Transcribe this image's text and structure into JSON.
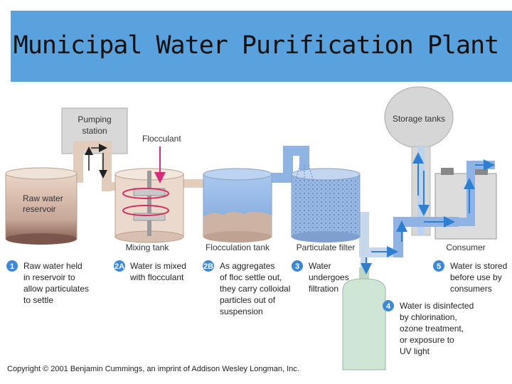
{
  "title": "Municipal Water Purification Plant",
  "labels": {
    "pumping": [
      "Pumping",
      "station"
    ],
    "flocculant": "Flocculant",
    "storage": "Storage tanks",
    "reservoir": [
      "Raw water",
      "reservoir"
    ],
    "mixing": "Mixing tank",
    "flocculation": "Flocculation tank",
    "filter": "Particulate filter",
    "consumer": "Consumer"
  },
  "steps": [
    {
      "num": "1",
      "lines": [
        "Raw water held",
        "in reservoir to",
        "allow particulates",
        "to settle"
      ]
    },
    {
      "num": "2A",
      "lines": [
        "Water is mixed",
        "with flocculant"
      ]
    },
    {
      "num": "2B",
      "lines": [
        "As aggregates",
        "of floc settle out,",
        "they carry colloidal",
        "particles out of",
        "suspension"
      ]
    },
    {
      "num": "3",
      "lines": [
        "Water",
        "undergoes",
        "filtration"
      ]
    },
    {
      "num": "5",
      "lines": [
        "Water is stored",
        "before use by",
        "consumers"
      ]
    },
    {
      "num": "4",
      "lines": [
        "Water is disinfected",
        "by chlorination,",
        "ozone treatment,",
        "or exposure to",
        "UV light"
      ]
    }
  ],
  "copyright": "Copyright © 2001 Benjamin Cummings, an imprint of Addison Wesley Longman, Inc.",
  "colors": {
    "banner": "#5aa2dd",
    "pipe": "#e2cdbd",
    "water_blue": "#8fb4e3",
    "arrow": "#2f7fd0",
    "step_circle": "#3e88d6"
  }
}
